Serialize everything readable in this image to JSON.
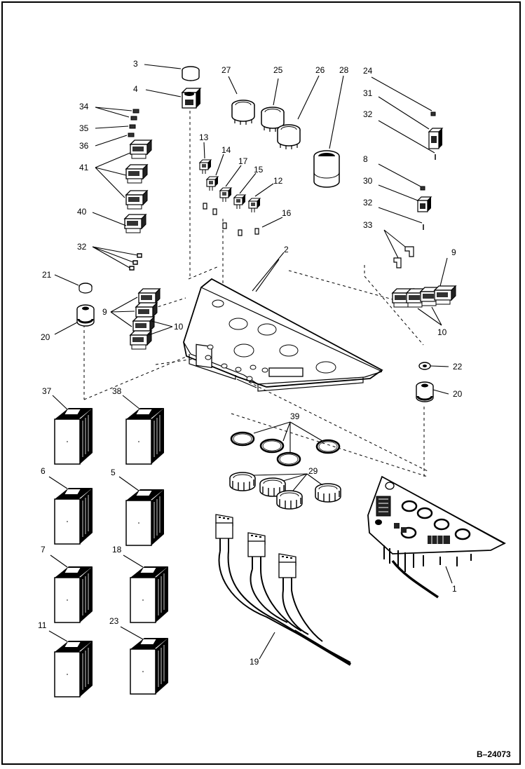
{
  "drawing": {
    "reference": "B–24073",
    "callouts": {
      "c3": "3",
      "c4": "4",
      "c34": "34",
      "c35": "35",
      "c36": "36",
      "c41": "41",
      "c40": "40",
      "c32a": "32",
      "c21": "21",
      "c20a": "20",
      "c9a": "9",
      "c10a": "10",
      "c27": "27",
      "c25": "25",
      "c26": "26",
      "c28": "28",
      "c13": "13",
      "c14": "14",
      "c17": "17",
      "c15": "15",
      "c12": "12",
      "c16": "16",
      "c2": "2",
      "c24": "24",
      "c31": "31",
      "c32b": "32",
      "c8": "8",
      "c30": "30",
      "c32c": "32",
      "c33": "33",
      "c9b": "9",
      "c10b": "10",
      "c22": "22",
      "c20b": "20",
      "c37": "37",
      "c38": "38",
      "c6": "6",
      "c5": "5",
      "c7": "7",
      "c18": "18",
      "c11": "11",
      "c23": "23",
      "c39": "39",
      "c29": "29",
      "c19": "19",
      "c1": "1"
    }
  }
}
